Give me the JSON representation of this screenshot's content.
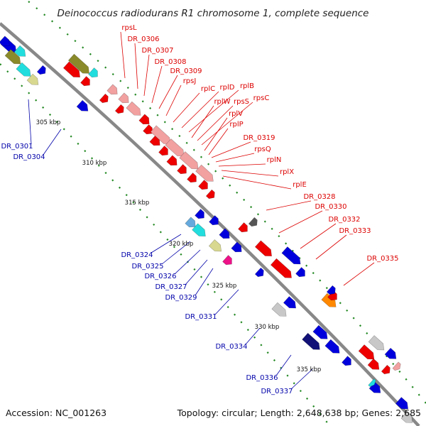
{
  "title": "Deinococcus radiodurans R1 chromosome 1, complete sequence",
  "footer": {
    "accession": "Accession: NC_001263",
    "summary": "Topology: circular; Length: 2,648,638 bp; Genes: 2,685"
  },
  "colors": {
    "plus_strand": "#ee0000",
    "minus_strand": "#0000dd",
    "plus_label": "#dd0000",
    "minus_label": "#0000aa",
    "backbone": "#888888",
    "tick_marks": "#228822"
  },
  "scale_ticks": [
    "305 kbp",
    "310 kbp",
    "315 kbp",
    "320 kbp",
    "325 kbp",
    "330 kbp",
    "335 kbp"
  ],
  "gene_labels_plus": [
    "rpsL",
    "DR_0306",
    "DR_0307",
    "DR_0308",
    "DR_0309",
    "rpsJ",
    "rplC",
    "rplD",
    "rplB",
    "rplW",
    "rpsS",
    "rpsC",
    "rplV",
    "rplP",
    "DR_0319",
    "rpsQ",
    "rplN",
    "rplX",
    "rplE",
    "DR_0328",
    "DR_0330",
    "DR_0332",
    "DR_0333",
    "DR_0335"
  ],
  "gene_labels_minus": [
    "DR_0301",
    "DR_0304",
    "DR_0324",
    "DR_0325",
    "DR_0326",
    "DR_0327",
    "DR_0329",
    "DR_0331",
    "DR_0334",
    "DR_0336",
    "DR_0337"
  ]
}
